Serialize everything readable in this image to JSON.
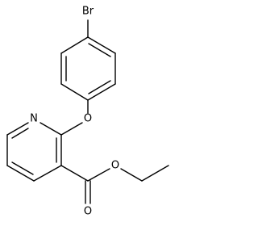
{
  "molecule": {
    "atom_labels": {
      "bromine": "Br",
      "ether_oxygen": "O",
      "pyridine_nitrogen": "N",
      "ester_oxygen_single": "O",
      "ester_oxygen_double": "O"
    }
  }
}
